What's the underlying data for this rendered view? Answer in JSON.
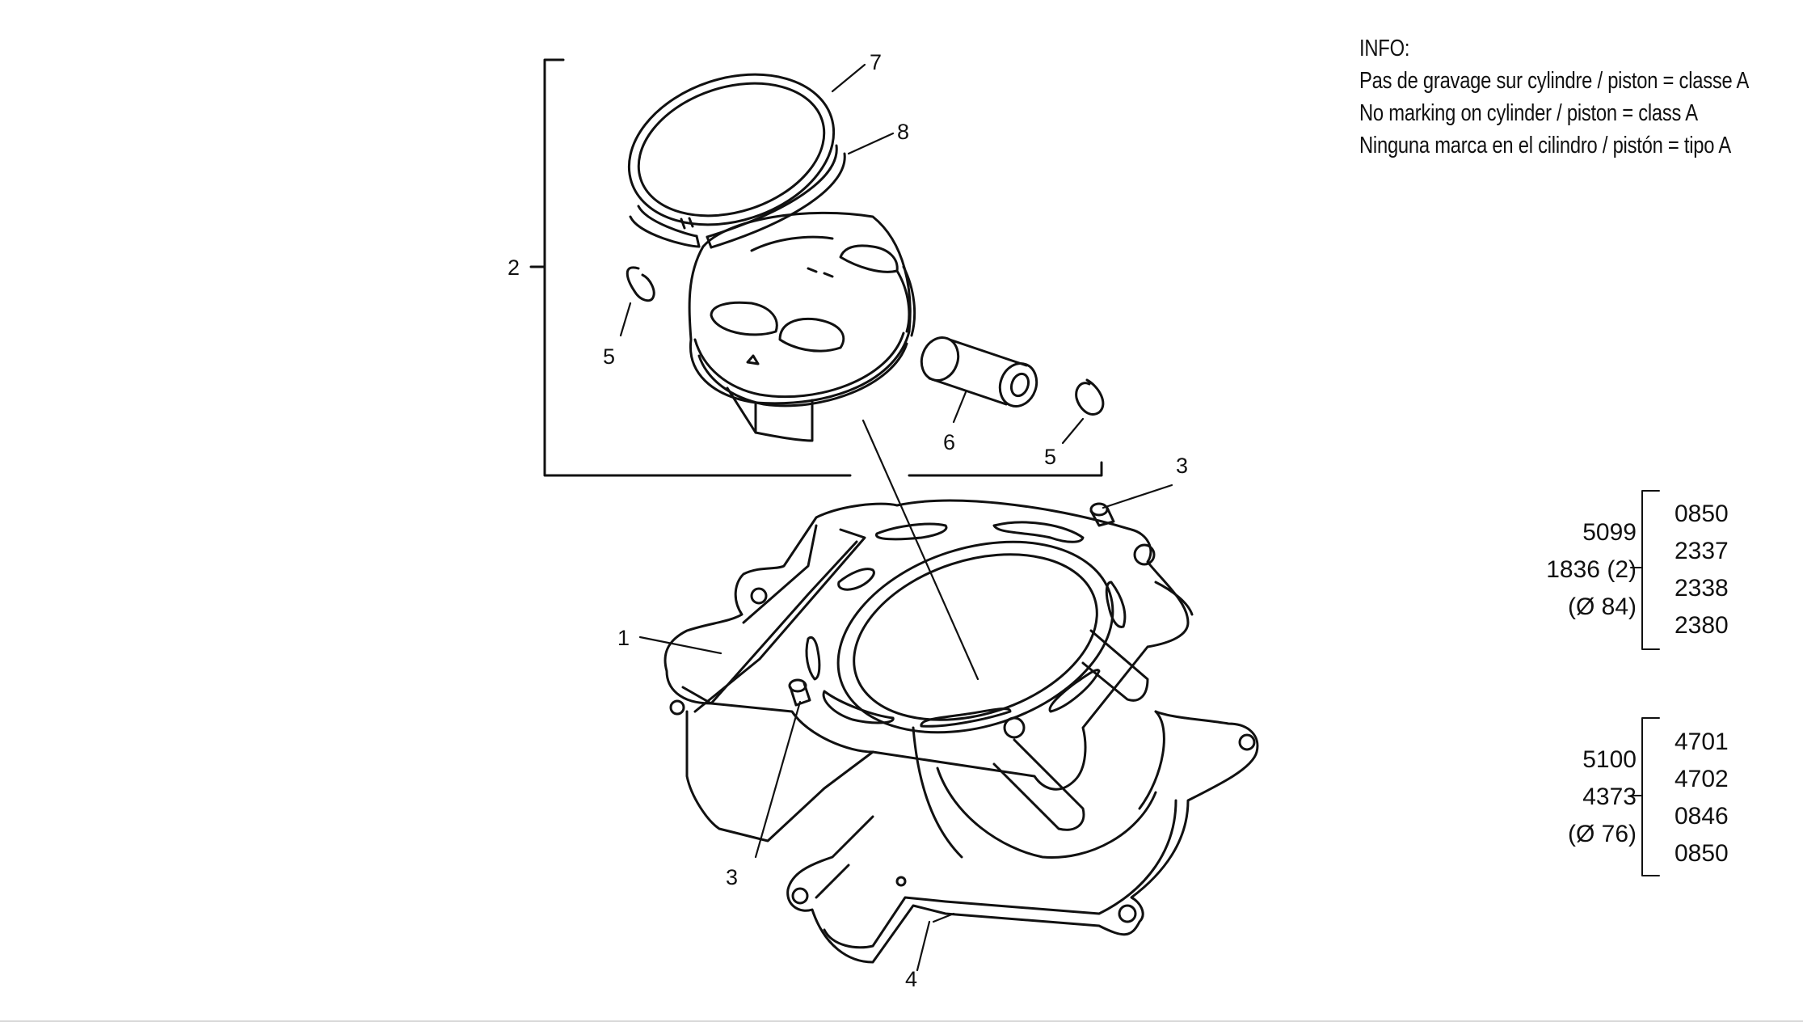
{
  "info": {
    "title": "INFO:",
    "lines": [
      "Pas de gravage sur cylindre / piston = classe A",
      "No marking on cylinder / piston = class A",
      "Ninguna marca en el cilindro / pistón = tipo A"
    ]
  },
  "callouts": {
    "c1": "1",
    "c2": "2",
    "c3a": "3",
    "c3b": "3",
    "c4": "4",
    "c5a": "5",
    "c5b": "5",
    "c6": "6",
    "c7": "7",
    "c8": "8"
  },
  "spec_groups": [
    {
      "left": [
        "5099",
        "1836 (2)",
        "(Ø 84)"
      ],
      "right": [
        "0850",
        "2337",
        "2338",
        "2380"
      ]
    },
    {
      "left": [
        "5100",
        "4373",
        "(Ø 76)"
      ],
      "right": [
        "4701",
        "4702",
        "0846",
        "0850"
      ]
    }
  ]
}
